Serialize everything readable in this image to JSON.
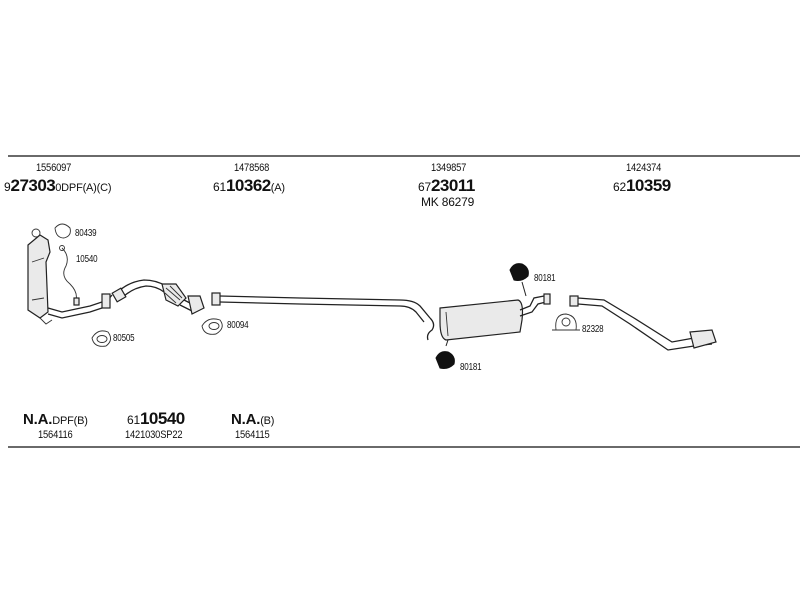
{
  "top_groups": [
    {
      "ref": "1556097",
      "prefix": "9",
      "number": "27303",
      "suffix": "0DPF(A)(C)"
    },
    {
      "ref": "1478568",
      "prefix": "61",
      "number": "10362",
      "suffix": "(A)"
    },
    {
      "ref": "1349857",
      "prefix": "67",
      "number": "23011",
      "suffix": "",
      "extra": "MK  86279"
    },
    {
      "ref": "1424374",
      "prefix": "62",
      "number": "10359",
      "suffix": ""
    }
  ],
  "bottom_groups": [
    {
      "prefix_bold": "N.A.",
      "prefix": "",
      "number": "",
      "suffix": "DPF(B)",
      "ref": "1564116"
    },
    {
      "prefix_bold": "",
      "prefix": "61",
      "number": "10540",
      "suffix": "",
      "ref": "1421030SP22"
    },
    {
      "prefix_bold": "N.A.",
      "prefix": "",
      "number": "",
      "suffix": "(B)",
      "ref": "1564115"
    }
  ],
  "part_labels": {
    "p80439": "80439",
    "p10540": "10540",
    "p80505": "80505",
    "p80094": "80094",
    "p80181a": "80181",
    "p80181b": "80181",
    "p82328": "82328"
  }
}
